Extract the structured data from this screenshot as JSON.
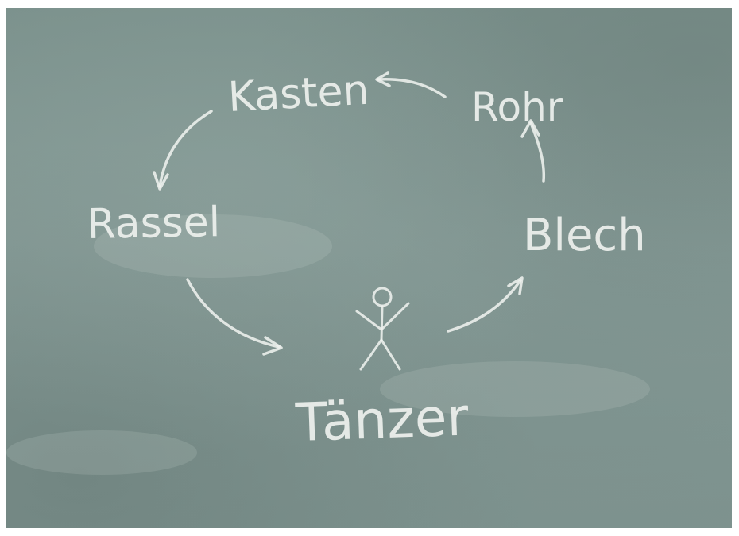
{
  "board": {
    "words": {
      "kasten": "Kasten",
      "rohr": "Rohr",
      "rassel": "Rassel",
      "blech": "Blech",
      "taenzer": "Tänzer"
    }
  },
  "colors": {
    "board": "#7f9490",
    "chalk": "#eef1ee",
    "frame": "#ffffff"
  }
}
